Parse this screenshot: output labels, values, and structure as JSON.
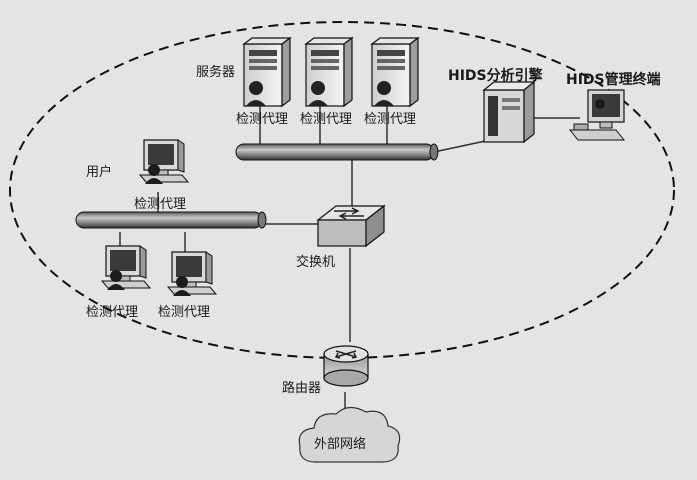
{
  "diagram": {
    "servers_label": "服务器",
    "agent_label": "检测代理",
    "users_label": "用户",
    "hids_engine_label": "HIDS分析引擎",
    "hids_terminal_label": "HIDS管理终端",
    "switch_label": "交换机",
    "router_label": "路由器",
    "internet_label": "外部网络"
  }
}
